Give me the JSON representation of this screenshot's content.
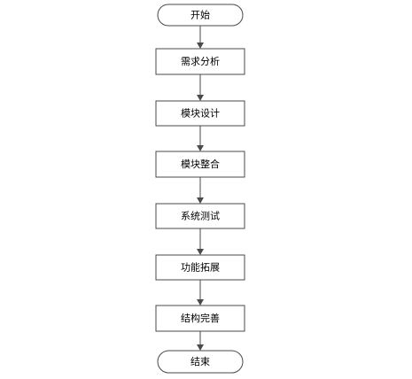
{
  "diagram": {
    "nodes": [
      {
        "id": "start",
        "shape": "terminal",
        "label": "开始"
      },
      {
        "id": "requirements",
        "shape": "process",
        "label": "需求分析"
      },
      {
        "id": "module-design",
        "shape": "process",
        "label": "模块设计"
      },
      {
        "id": "module-integration",
        "shape": "process",
        "label": "模块整合"
      },
      {
        "id": "system-test",
        "shape": "process",
        "label": "系统测试"
      },
      {
        "id": "feature-extension",
        "shape": "process",
        "label": "功能拓展"
      },
      {
        "id": "structure-refinement",
        "shape": "process",
        "label": "结构完善"
      },
      {
        "id": "end",
        "shape": "terminal",
        "label": "结束"
      }
    ],
    "edges": [
      {
        "from": "start",
        "to": "requirements"
      },
      {
        "from": "requirements",
        "to": "module-design"
      },
      {
        "from": "module-design",
        "to": "module-integration"
      },
      {
        "from": "module-integration",
        "to": "system-test"
      },
      {
        "from": "system-test",
        "to": "feature-extension"
      },
      {
        "from": "feature-extension",
        "to": "structure-refinement"
      },
      {
        "from": "structure-refinement",
        "to": "end"
      }
    ],
    "colors": {
      "stroke": "#4a4a4a",
      "fill": "#ffffff",
      "text": "#000000",
      "background": "#ffffff"
    }
  }
}
